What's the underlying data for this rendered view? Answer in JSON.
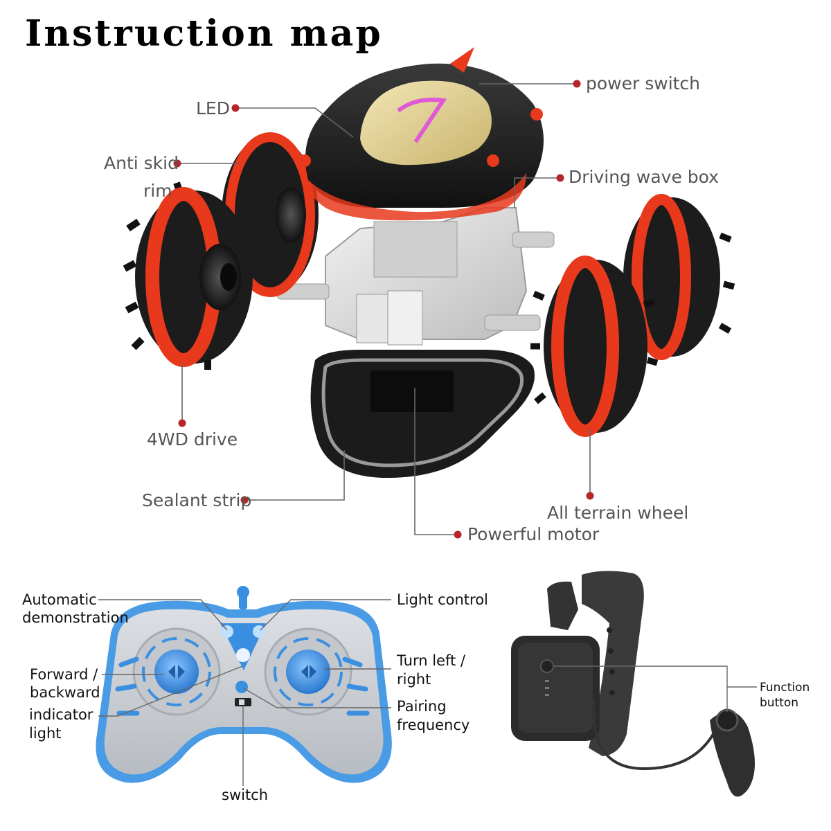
{
  "title": "Instruction map",
  "car_labels": {
    "power_switch": "power switch",
    "led": "LED",
    "anti_skid_rim_line1": "Anti skid",
    "anti_skid_rim_line2": "rim",
    "driving_wave_box": "Driving wave box",
    "four_wd_drive": "4WD drive",
    "sealant_strip": "Sealant strip",
    "all_terrain_wheel": "All terrain wheel",
    "powerful_motor": "Powerful motor"
  },
  "remote_labels": {
    "automatic_demo_line1": "Automatic",
    "automatic_demo_line2": "demonstration",
    "light_control": "Light control",
    "forward_backward_line1": "Forward /",
    "forward_backward_line2": "backward",
    "indicator_light_line1": "indicator",
    "indicator_light_line2": "light",
    "turn_line1": "Turn left /",
    "turn_line2": "right",
    "pairing_line1": "Pairing",
    "pairing_line2": "frequency",
    "switch": "switch"
  },
  "watch_labels": {
    "function_line1": "Function",
    "function_line2": "button"
  },
  "colors": {
    "leader_dot": "#b5252b",
    "leader_line": "#666666",
    "car_body": "#2a2a2a",
    "tire_red": "#e8391c",
    "remote_grey": "#cfd2d6",
    "remote_blue": "#3b8fe0",
    "strap": "#3a3a3a"
  }
}
